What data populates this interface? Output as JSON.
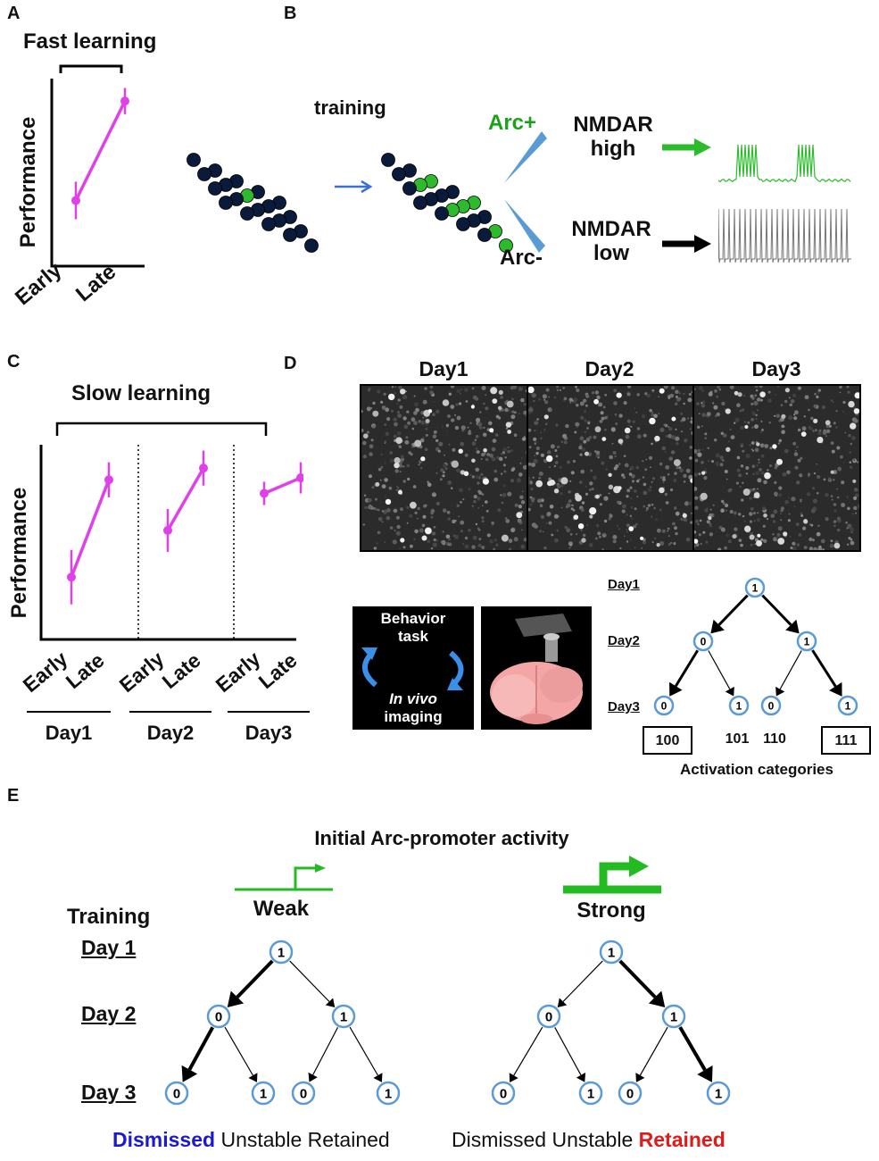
{
  "panels": {
    "A": "A",
    "B": "B",
    "C": "C",
    "D": "D",
    "E": "E"
  },
  "panelA": {
    "title": "Fast learning",
    "ylabel": "Performance",
    "xticks": [
      "Early",
      "Late"
    ]
  },
  "panelB": {
    "training_label": "training",
    "arc_pos": "Arc+",
    "arc_neg": "Arc-",
    "nmdar_high_1": "NMDAR",
    "nmdar_high_2": "high",
    "nmdar_low_1": "NMDAR",
    "nmdar_low_2": "low",
    "colors": {
      "arc_pos": "#1aa31a",
      "neuron_dark": "#0a1a3a",
      "neuron_green": "#2dbb2d",
      "arrow_blue": "#3a6fd8"
    }
  },
  "panelC": {
    "title": "Slow learning",
    "ylabel": "Performance",
    "days": [
      {
        "label": "Day1",
        "ticks": [
          "Early",
          "Late"
        ]
      },
      {
        "label": "Day2",
        "ticks": [
          "Early",
          "Late"
        ]
      },
      {
        "label": "Day3",
        "ticks": [
          "Early",
          "Late"
        ]
      }
    ]
  },
  "chart_data": [
    {
      "type": "line",
      "title": "Fast learning",
      "ylabel": "Performance",
      "categories": [
        "Early",
        "Late"
      ],
      "series": [
        {
          "values": [
            0.35,
            0.88
          ],
          "error": [
            0.1,
            0.07
          ]
        }
      ]
    },
    {
      "type": "line",
      "title": "Slow learning",
      "ylabel": "Performance",
      "groups": [
        "Day1",
        "Day2",
        "Day3"
      ],
      "categories": [
        "Early",
        "Late"
      ],
      "series": [
        {
          "group": "Day1",
          "values": [
            0.32,
            0.82
          ],
          "error": [
            0.14,
            0.09
          ]
        },
        {
          "group": "Day2",
          "values": [
            0.56,
            0.88
          ],
          "error": [
            0.11,
            0.09
          ]
        },
        {
          "group": "Day3",
          "values": [
            0.75,
            0.83
          ],
          "error": [
            0.06,
            0.08
          ]
        }
      ],
      "color": "#e040e8"
    }
  ],
  "panelD": {
    "days": [
      "Day1",
      "Day2",
      "Day3"
    ],
    "behavior_1": "Behavior",
    "behavior_2": "task",
    "invivo_1": "In vivo",
    "invivo_2": "imaging",
    "tree_days": [
      "Day1",
      "Day2",
      "Day3"
    ],
    "nodes": {
      "root": "1",
      "d2_left": "0",
      "d2_right": "1",
      "d3": [
        "0",
        "1",
        "0",
        "1"
      ]
    },
    "categories": [
      "100",
      "101",
      "110",
      "111"
    ],
    "categories_label": "Activation categories"
  },
  "panelE": {
    "title": "Initial Arc-promoter activity",
    "weak": "Weak",
    "strong": "Strong",
    "training": "Training",
    "days": [
      "Day 1",
      "Day 2",
      "Day 3"
    ],
    "nodes": {
      "root": "1",
      "d2_left": "0",
      "d2_right": "1",
      "d3": [
        "0",
        "1",
        "0",
        "1"
      ]
    },
    "outcomes_left": [
      "Dismissed",
      "Unstable",
      "Retained"
    ],
    "outcomes_right": [
      "Dismissed",
      "Unstable",
      "Retained"
    ],
    "colors": {
      "dismissed": "#1a1ad0",
      "retained": "#e01a1a",
      "promoter": "#22bb22",
      "node": "#5b9bd5"
    }
  }
}
